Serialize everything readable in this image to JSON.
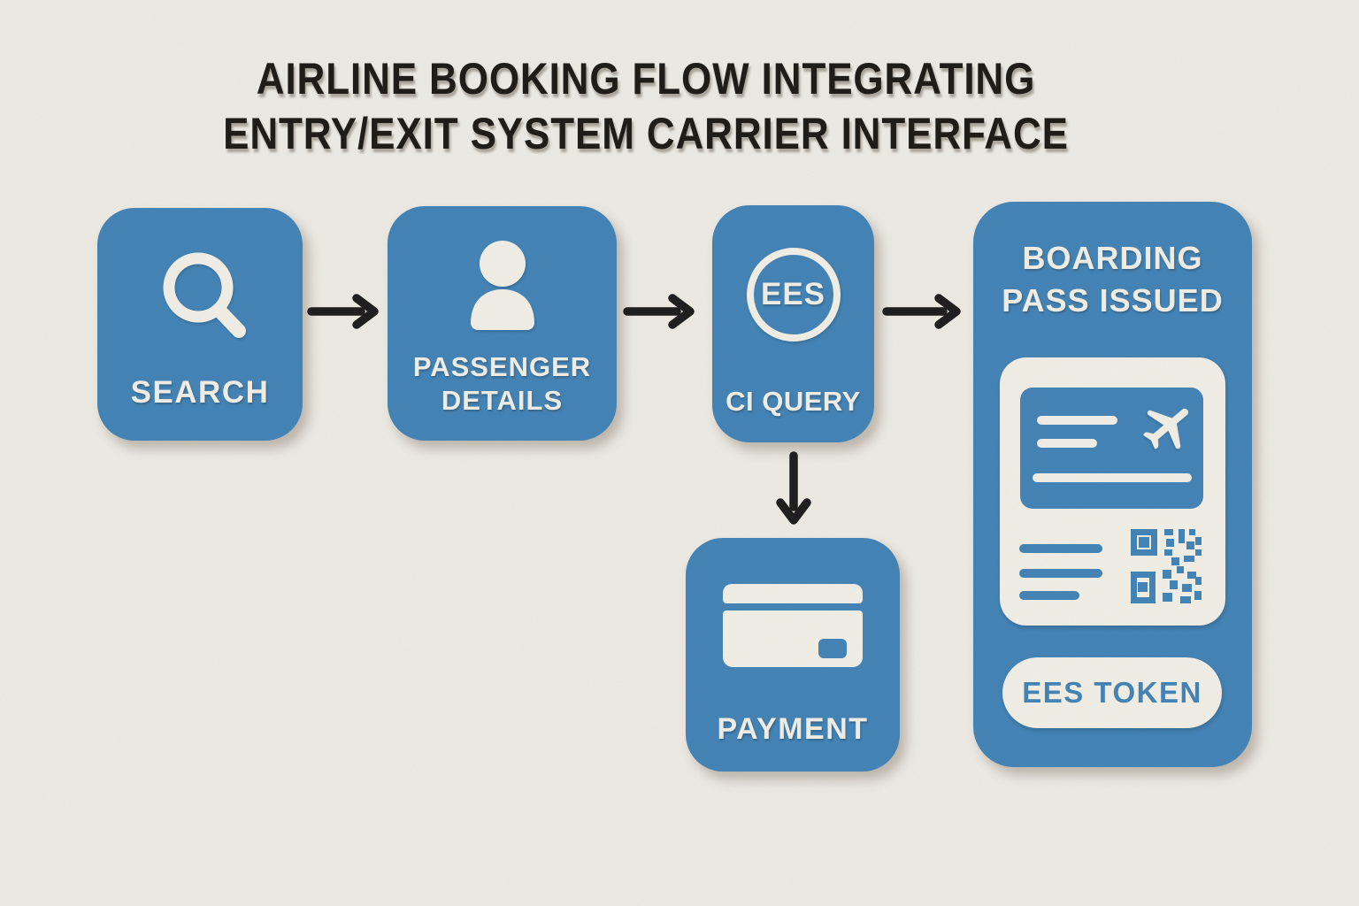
{
  "title": {
    "line1": "AIRLINE BOOKING FLOW INTEGRATING",
    "line2": "ENTRY/EXIT SYSTEM CARRIER INTERFACE"
  },
  "colors": {
    "background": "#edeae4",
    "node_blue": "#4484b6",
    "cream": "#f1eee6",
    "title_text": "#201c18",
    "arrow_black": "#1f1f1f"
  },
  "nodes": {
    "search": {
      "label": "SEARCH",
      "icon": "magnifier-icon"
    },
    "passenger_details": {
      "label_line1": "PASSENGER",
      "label_line2": "DETAILS",
      "icon": "person-icon"
    },
    "ci_query": {
      "label": "CI QUERY",
      "badge_text": "EES",
      "icon": "ees-ring-icon"
    },
    "payment": {
      "label": "PAYMENT",
      "icon": "credit-card-icon"
    },
    "boarding_pass": {
      "title_line1": "BOARDING",
      "title_line2": "PASS ISSUED",
      "token_label": "EES TOKEN",
      "icons": [
        "boarding-pass-card-icon",
        "plane-icon",
        "qr-code-icon"
      ]
    }
  },
  "edges": [
    {
      "from": "search",
      "to": "passenger_details"
    },
    {
      "from": "passenger_details",
      "to": "ci_query"
    },
    {
      "from": "ci_query",
      "to": "boarding_pass"
    },
    {
      "from": "ci_query",
      "to": "payment"
    }
  ]
}
